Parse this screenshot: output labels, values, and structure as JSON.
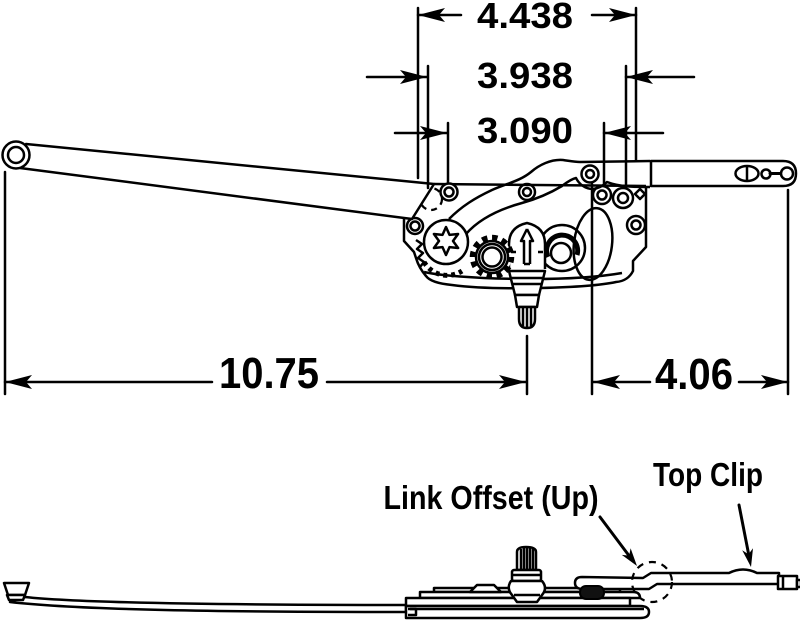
{
  "diagram": {
    "type": "technical-drawing",
    "subject": "casement window operator, top view with dimensions and side view with callouts",
    "colors": {
      "line": "#000000",
      "background": "#ffffff"
    },
    "dimensions": {
      "top": [
        "4.438",
        "3.938",
        "3.090"
      ],
      "bottom": [
        "10.75",
        "4.06"
      ]
    },
    "labels": {
      "link_offset": "Link Offset (Up)",
      "top_clip": "Top Clip"
    }
  }
}
